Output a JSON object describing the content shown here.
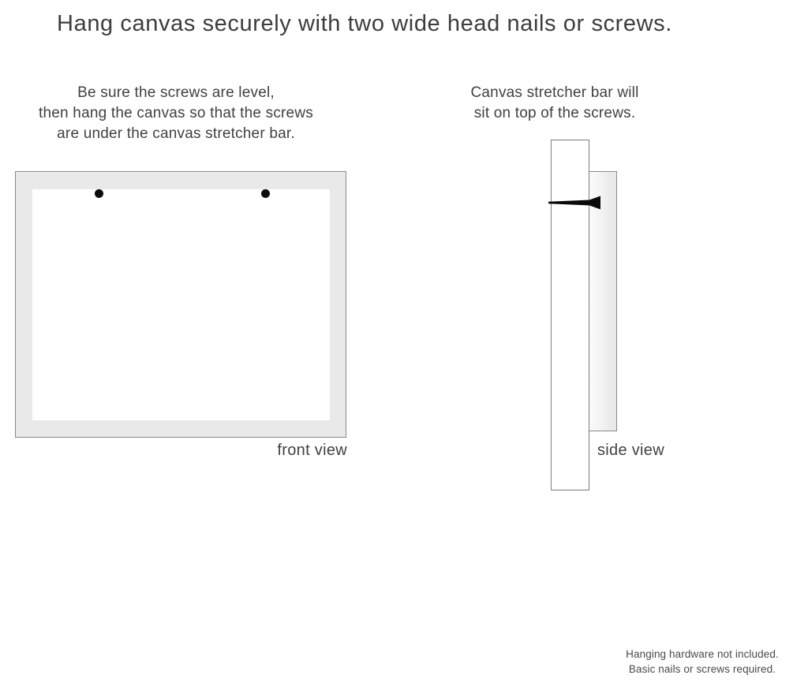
{
  "page": {
    "title": "Hang canvas securely with two wide head nails or screws.",
    "footnote_lines": [
      "Hanging hardware not included.",
      "Basic nails or screws required."
    ]
  },
  "front_view": {
    "caption_lines": [
      "Be sure the screws are level,",
      "then hang the canvas so that the screws",
      "are under the canvas stretcher bar."
    ],
    "label": "front view",
    "screw_count": 2
  },
  "side_view": {
    "caption_lines": [
      "Canvas stretcher bar will",
      "sit on top of the screws."
    ],
    "label": "side view"
  },
  "colors": {
    "background": "#ffffff",
    "canvas_frame_fill": "#e9e9e9",
    "outline_gray": "#8a8a8a",
    "text_gray": "#414141",
    "nail_black": "#0a0a0a"
  }
}
